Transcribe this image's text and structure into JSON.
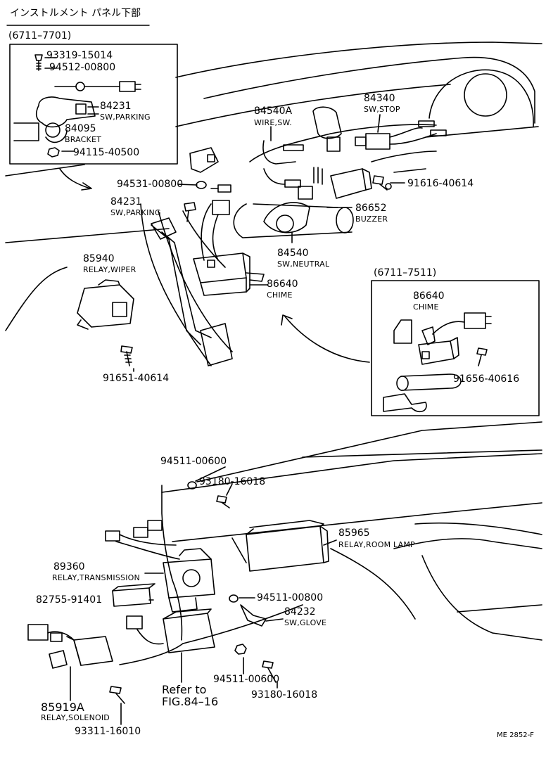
{
  "header": {
    "title": "インストルメント パネル下部"
  },
  "insets": {
    "left_range": "(6711–7701)",
    "right_range": "(6711–7511)"
  },
  "parts": {
    "p93319": "93319-15014",
    "p94512": "94512-00800",
    "p84231_inset": "84231",
    "sw_parking_inset": "SW,PARKING",
    "p84095": "84095",
    "bracket": "BRACKET",
    "p94115": "94115-40500",
    "p84540A": "84540A",
    "wire_sw": "WIRE,SW.",
    "p84340": "84340",
    "sw_stop": "SW,STOP",
    "p94531": "94531-00800",
    "p91616": "91616-40614",
    "p84231": "84231",
    "sw_parking": "SW,PARKING",
    "p86652": "86652",
    "buzzer": "BUZZER",
    "p85940": "85940",
    "relay_wiper": "RELAY,WIPER",
    "p84540": "84540",
    "sw_neutral": "SW,NEUTRAL",
    "p86640": "86640",
    "chime": "CHIME",
    "p86640_inset": "86640",
    "chime_inset": "CHIME",
    "p91651": "91651-40614",
    "p91656": "91656-40616",
    "p94511_top": "94511-00600",
    "p93180_top": "93180-16018",
    "p85965": "85965",
    "relay_room_lamp": "RELAY,ROOM LAMP",
    "p89360": "89360",
    "relay_transmission": "RELAY,TRANSMISSION",
    "p82755": "82755-91401",
    "p94511_mid": "94511-00800",
    "p84232": "84232",
    "sw_glove": "SW,GLOVE",
    "refer_1": "Refer to",
    "refer_2": "FIG.84–16",
    "p94511_bot": "94511-00600",
    "p93180_bot": "93180-16018",
    "p85919A": "85919A",
    "relay_solenoid": "RELAY,SOLENOID",
    "p93311": "93311-16010"
  },
  "catalog_code": "ME 2852-F",
  "colors": {
    "ink": "#000000",
    "paper": "#ffffff"
  }
}
